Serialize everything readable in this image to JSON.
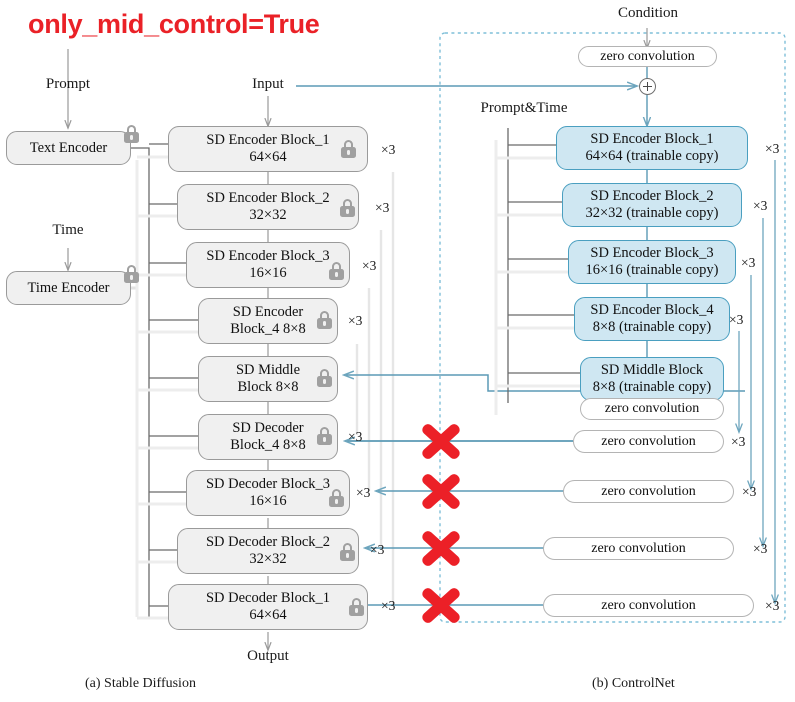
{
  "title": "only_mid_control=True",
  "theme": {
    "red": "#ea2127",
    "teal": "#5b9ab5",
    "trainable_fill": "#cfe7f2",
    "trainable_border": "#4a9fc0",
    "locked_fill": "#f0f0f0",
    "locked_border": "#9a9a9a",
    "dashed_border": "#7fbfd8"
  },
  "captions": {
    "left": "(a) Stable Diffusion",
    "right": "(b) ControlNet"
  },
  "labels": {
    "prompt": "Prompt",
    "time": "Time",
    "input": "Input",
    "output": "Output",
    "condition": "Condition",
    "prompt_time": "Prompt&Time"
  },
  "sd": {
    "text_encoder": {
      "l1": "Text Encoder",
      "locked": true
    },
    "time_encoder": {
      "l1": "Time Encoder",
      "locked": true
    },
    "blocks": [
      {
        "l1": "SD Encoder Block_1",
        "l2": "64×64",
        "mult": "×3",
        "locked": true
      },
      {
        "l1": "SD Encoder Block_2",
        "l2": "32×32",
        "mult": "×3",
        "locked": true
      },
      {
        "l1": "SD Encoder Block_3",
        "l2": "16×16",
        "mult": "×3",
        "locked": true
      },
      {
        "l1": "SD Encoder",
        "l2": "Block_4 8×8",
        "mult": "×3",
        "locked": true
      },
      {
        "l1": "SD Middle",
        "l2": "Block 8×8",
        "mult": "",
        "locked": true
      },
      {
        "l1": "SD Decoder",
        "l2": "Block_4 8×8",
        "mult": "×3",
        "locked": true
      },
      {
        "l1": "SD Decoder Block_3",
        "l2": "16×16",
        "mult": "×3",
        "locked": true
      },
      {
        "l1": "SD Decoder Block_2",
        "l2": "32×32",
        "mult": "×3",
        "locked": true
      },
      {
        "l1": "SD Decoder Block_1",
        "l2": "64×64",
        "mult": "×3",
        "locked": true
      }
    ]
  },
  "controlnet": {
    "top_zero_conv": "zero convolution",
    "blocks": [
      {
        "l1": "SD Encoder Block_1",
        "l2": "64×64 (trainable copy)",
        "mult": "×3"
      },
      {
        "l1": "SD Encoder Block_2",
        "l2": "32×32 (trainable copy)",
        "mult": "×3"
      },
      {
        "l1": "SD Encoder Block_3",
        "l2": "16×16 (trainable copy)",
        "mult": "×3"
      },
      {
        "l1": "SD Encoder Block_4",
        "l2": "8×8 (trainable copy)",
        "mult": "×3"
      },
      {
        "l1": "SD Middle Block",
        "l2": "8×8 (trainable copy)",
        "mult": ""
      }
    ],
    "zero_convs": [
      {
        "label": "zero convolution",
        "mult": "",
        "disabled": false
      },
      {
        "label": "zero convolution",
        "mult": "×3",
        "disabled": true
      },
      {
        "label": "zero convolution",
        "mult": "×3",
        "disabled": true
      },
      {
        "label": "zero convolution",
        "mult": "×3",
        "disabled": true
      },
      {
        "label": "zero convolution",
        "mult": "×3",
        "disabled": true
      }
    ],
    "disabled_marker": "red-x"
  }
}
